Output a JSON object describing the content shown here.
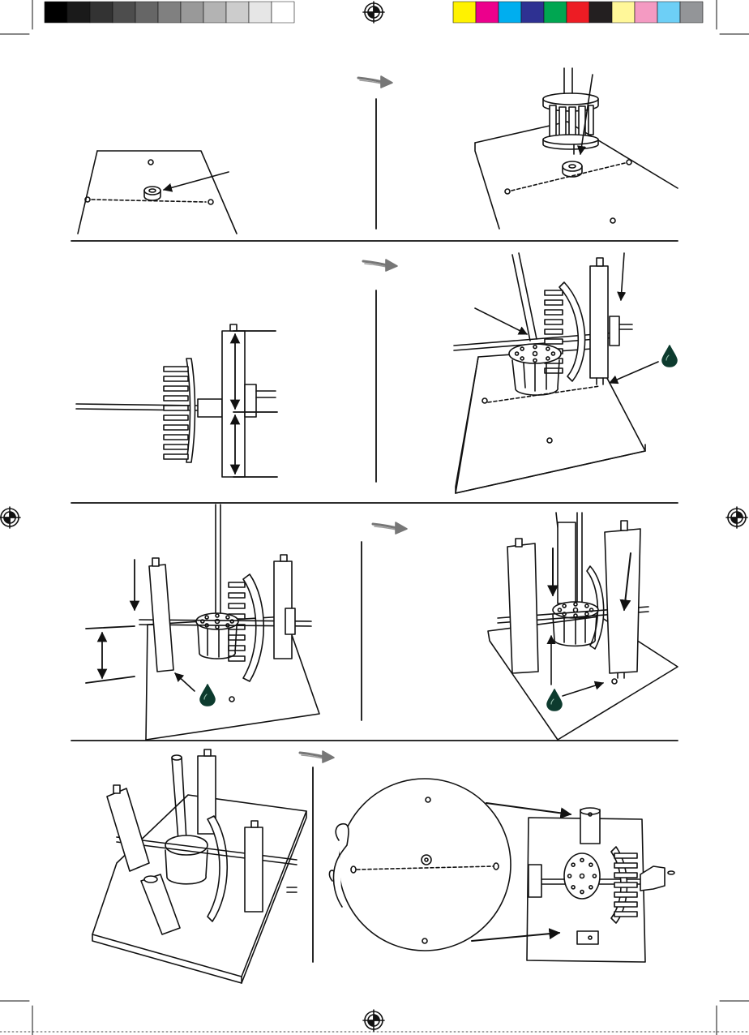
{
  "colors": {
    "grayscale_bar": [
      "#000000",
      "#1a1a1a",
      "#333333",
      "#4d4d4d",
      "#666666",
      "#808080",
      "#999999",
      "#b3b3b3",
      "#cccccc",
      "#e6e6e6",
      "#ffffff"
    ],
    "color_bar": [
      "#fff200",
      "#ec008c",
      "#00aeef",
      "#2e3192",
      "#00a651",
      "#ed1c24",
      "#231f20",
      "#fff799",
      "#f49ac2",
      "#6dcff6",
      "#939598"
    ],
    "glue_drop": "#0d3b2e",
    "line": "#111111"
  },
  "icons": {
    "registration_mark": "crosshair-circle",
    "next_step_arrow": "sketch-arrow-right",
    "glue": "glue-drop"
  }
}
